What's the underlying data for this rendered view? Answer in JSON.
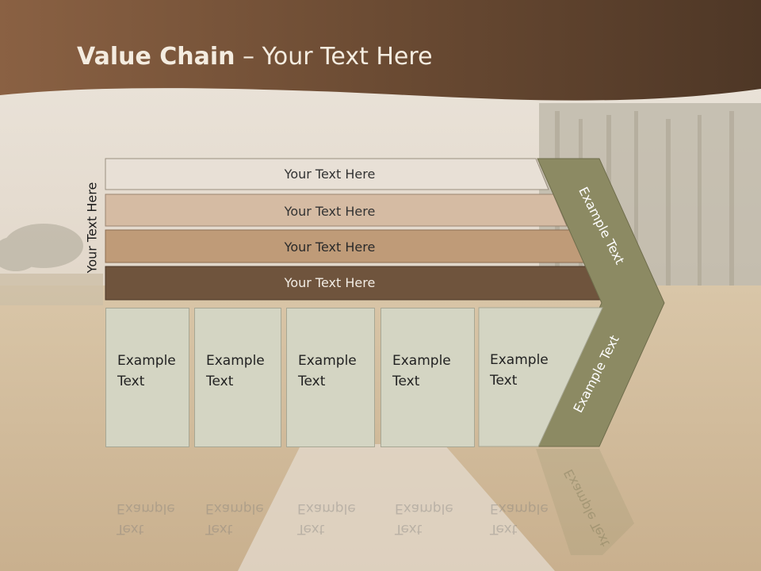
{
  "slide": {
    "title_bold": "Value Chain",
    "title_rest": " – Your Text Here",
    "side_label": "Your Text Here"
  },
  "bars": [
    {
      "label": "Your Text Here",
      "color": "#e8e0d6",
      "text_color": "#333333"
    },
    {
      "label": "Your Text Here",
      "color": "#d5bba3",
      "text_color": "#333333"
    },
    {
      "label": "Your Text Here",
      "color": "#bf9b78",
      "text_color": "#2a2a2a"
    },
    {
      "label": "Your Text Here",
      "color": "#6f543d",
      "text_color": "#f2ece4"
    }
  ],
  "boxes": [
    {
      "line1": "Example",
      "line2": "Text"
    },
    {
      "line1": "Example",
      "line2": "Text"
    },
    {
      "line1": "Example",
      "line2": "Text"
    },
    {
      "line1": "Example",
      "line2": "Text"
    },
    {
      "line1": "Example",
      "line2": "Text"
    }
  ],
  "chevron": {
    "upper_label": "Example Text",
    "lower_label": "Example Text",
    "color": "#8c8a63"
  },
  "colors": {
    "header_brown": "#6b4d36",
    "box_fill": "#d4d5c3"
  }
}
